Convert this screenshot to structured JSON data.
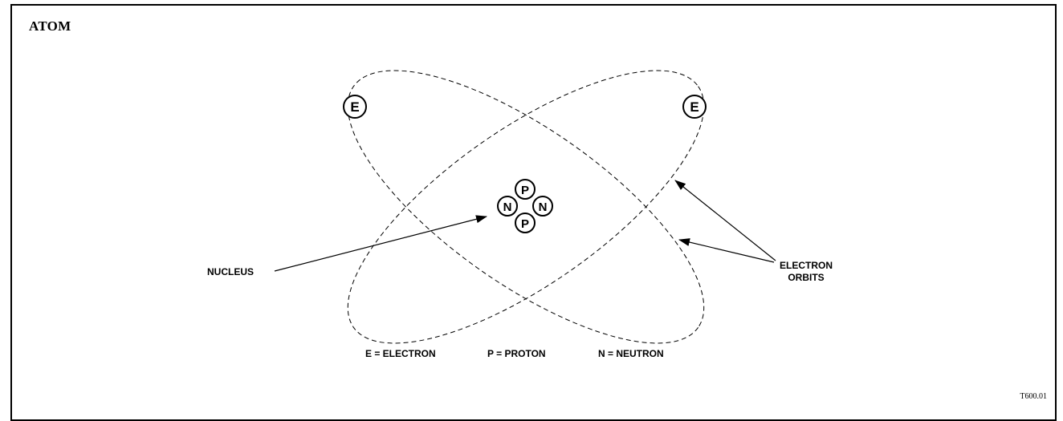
{
  "title": "ATOM",
  "reference_code": "T600.01",
  "particles": {
    "electron_symbol": "E",
    "proton_symbol": "P",
    "neutron_symbol": "N"
  },
  "callouts": {
    "nucleus": "NUCLEUS",
    "orbits_line1": "ELECTRON",
    "orbits_line2": "ORBITS"
  },
  "legend": {
    "electron": "E = ELECTRON",
    "proton": "P = PROTON",
    "neutron": "N = NEUTRON"
  }
}
